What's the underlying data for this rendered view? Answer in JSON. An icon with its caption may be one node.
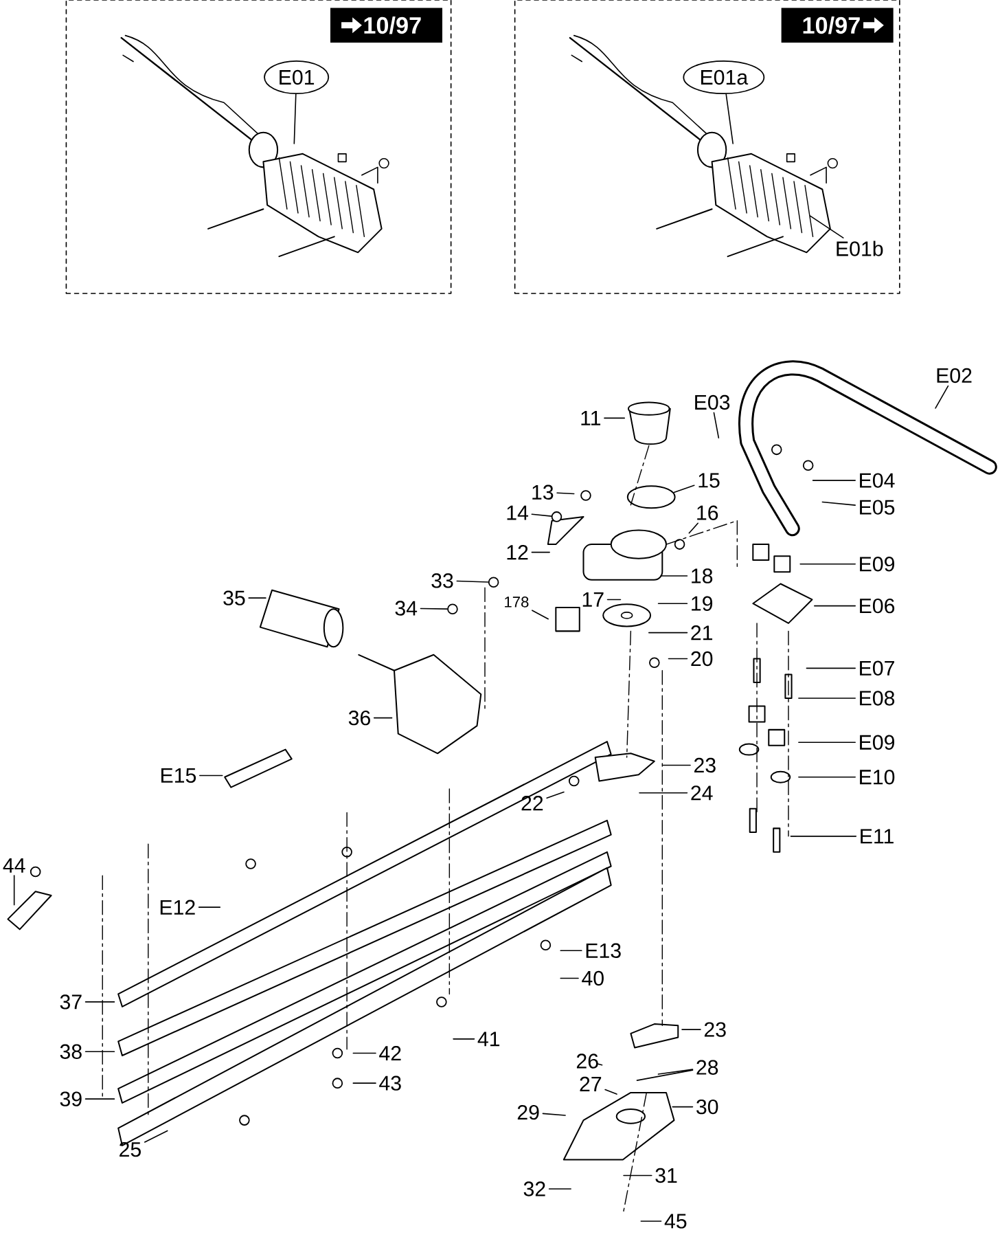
{
  "diagram": {
    "nodes": [
      {
        "text": [],
        "shape": "box"
      },
      {
        "text": [
          "10/97"
        ],
        "in": 0
      },
      {
        "text": [
          "E01"
        ],
        "in": 0
      },
      {
        "text": [],
        "shape": "box"
      },
      {
        "text": [
          "10/97"
        ],
        "in": 3
      },
      {
        "text": [
          "E01a"
        ],
        "in": 3
      },
      {
        "text": [
          "E01b"
        ],
        "in": 3
      },
      {
        "text": [
          "E02"
        ]
      },
      {
        "text": [
          "E03"
        ]
      },
      {
        "text": [
          "11"
        ]
      },
      {
        "text": [
          "E04"
        ]
      },
      {
        "text": [
          "15"
        ]
      },
      {
        "text": [
          "13"
        ]
      },
      {
        "text": [
          "E05"
        ]
      },
      {
        "text": [
          "14"
        ]
      },
      {
        "text": [
          "16"
        ]
      },
      {
        "text": [
          "12"
        ]
      },
      {
        "text": [
          "E09"
        ]
      },
      {
        "text": [
          "18"
        ]
      },
      {
        "text": [
          "33"
        ]
      },
      {
        "text": [
          "35"
        ]
      },
      {
        "text": [
          "17"
        ]
      },
      {
        "text": [
          "178"
        ]
      },
      {
        "text": [
          "19"
        ]
      },
      {
        "text": [
          "E06"
        ]
      },
      {
        "text": [
          "34"
        ]
      },
      {
        "text": [
          "21"
        ]
      },
      {
        "text": [
          "20"
        ]
      },
      {
        "text": [
          "E07"
        ]
      },
      {
        "text": [
          "E08"
        ]
      },
      {
        "text": [
          "36"
        ]
      },
      {
        "text": [
          "E09"
        ]
      },
      {
        "text": [
          "23"
        ]
      },
      {
        "text": [
          "E15"
        ]
      },
      {
        "text": [
          "E10"
        ]
      },
      {
        "text": [
          "24"
        ]
      },
      {
        "text": [
          "22"
        ]
      },
      {
        "text": [
          "E11"
        ]
      },
      {
        "text": [
          "44"
        ]
      },
      {
        "text": [
          "E12"
        ]
      },
      {
        "text": [
          "E13"
        ]
      },
      {
        "text": [
          "40"
        ]
      },
      {
        "text": [
          "37"
        ]
      },
      {
        "text": [
          "23"
        ]
      },
      {
        "text": [
          "41"
        ]
      },
      {
        "text": [
          "38"
        ]
      },
      {
        "text": [
          "42"
        ]
      },
      {
        "text": [
          "26"
        ]
      },
      {
        "text": [
          "28"
        ]
      },
      {
        "text": [
          "27"
        ]
      },
      {
        "text": [
          "43"
        ]
      },
      {
        "text": [
          "39"
        ]
      },
      {
        "text": [
          "29"
        ]
      },
      {
        "text": [
          "30"
        ]
      },
      {
        "text": [
          "25"
        ]
      },
      {
        "text": [
          "31"
        ]
      },
      {
        "text": [
          "32"
        ]
      },
      {
        "text": [
          "45"
        ]
      },
      {
        "text": [],
        "shape": "circle"
      },
      {
        "text": [],
        "shape": "circle"
      },
      {
        "text": [],
        "shape": "circle"
      }
    ],
    "edges": [
      {
        "from": 2,
        "to": null,
        "arrow": "none"
      },
      {
        "from": 5,
        "to": null,
        "arrow": "none"
      },
      {
        "from": 6,
        "to": null,
        "arrow": "none"
      },
      {
        "from": 7,
        "to": null,
        "arrow": "none"
      },
      {
        "from": 8,
        "to": null,
        "arrow": "none"
      },
      {
        "from": 9,
        "to": null,
        "arrow": "none"
      },
      {
        "from": 10,
        "to": null,
        "arrow": "none"
      },
      {
        "from": 11,
        "to": null,
        "arrow": "none"
      },
      {
        "from": 12,
        "to": null,
        "arrow": "none"
      },
      {
        "from": 13,
        "to": null,
        "arrow": "none"
      },
      {
        "from": 14,
        "to": 58,
        "arrow": "none"
      },
      {
        "from": 15,
        "to": null,
        "arrow": "none"
      },
      {
        "from": 16,
        "to": null,
        "arrow": "none"
      },
      {
        "from": 17,
        "to": null,
        "arrow": "none"
      },
      {
        "from": 18,
        "to": null,
        "arrow": "none"
      },
      {
        "from": 19,
        "to": 59,
        "arrow": "none"
      },
      {
        "from": 20,
        "to": null,
        "arrow": "none"
      },
      {
        "from": 21,
        "to": null,
        "arrow": "none"
      },
      {
        "from": 22,
        "to": null,
        "arrow": "none"
      },
      {
        "from": 23,
        "to": null,
        "arrow": "none"
      },
      {
        "from": 24,
        "to": null,
        "arrow": "none"
      },
      {
        "from": 25,
        "to": 60,
        "arrow": "none"
      },
      {
        "from": 26,
        "to": null,
        "arrow": "none"
      },
      {
        "from": 27,
        "to": null,
        "arrow": "none"
      },
      {
        "from": 28,
        "to": null,
        "arrow": "none"
      },
      {
        "from": 29,
        "to": null,
        "arrow": "none"
      },
      {
        "from": 30,
        "to": null,
        "arrow": "none"
      },
      {
        "from": 31,
        "to": null,
        "arrow": "none"
      },
      {
        "from": 32,
        "to": null,
        "arrow": "none"
      },
      {
        "from": 33,
        "to": null,
        "arrow": "none"
      },
      {
        "from": 34,
        "to": null,
        "arrow": "none"
      },
      {
        "from": 35,
        "to": null,
        "arrow": "none"
      },
      {
        "from": 36,
        "to": null,
        "arrow": "none"
      },
      {
        "from": 37,
        "to": null,
        "arrow": "none"
      },
      {
        "from": 38,
        "to": null,
        "arrow": "none"
      },
      {
        "from": 39,
        "to": null,
        "arrow": "none"
      },
      {
        "from": 40,
        "to": null,
        "arrow": "none"
      },
      {
        "from": 41,
        "to": null,
        "arrow": "none"
      },
      {
        "from": 42,
        "to": null,
        "arrow": "none"
      },
      {
        "from": 43,
        "to": null,
        "arrow": "none"
      },
      {
        "from": 44,
        "to": null,
        "arrow": "none"
      },
      {
        "from": 45,
        "to": null,
        "arrow": "none"
      },
      {
        "from": 46,
        "to": null,
        "arrow": "none"
      },
      {
        "from": 47,
        "to": null,
        "arrow": "none"
      },
      {
        "from": 48,
        "to": null,
        "arrow": "none"
      },
      {
        "from": 48,
        "to": null,
        "arrow": "none"
      },
      {
        "from": 49,
        "to": null,
        "arrow": "none"
      },
      {
        "from": 50,
        "to": null,
        "arrow": "none"
      },
      {
        "from": 51,
        "to": null,
        "arrow": "none"
      },
      {
        "from": 52,
        "to": null,
        "arrow": "none"
      },
      {
        "from": 53,
        "to": null,
        "arrow": "none"
      },
      {
        "from": 54,
        "to": null,
        "arrow": "none"
      },
      {
        "from": 55,
        "to": null,
        "arrow": "none"
      },
      {
        "from": 56,
        "to": null,
        "arrow": "none"
      },
      {
        "from": 57,
        "to": null,
        "arrow": "none"
      }
    ]
  }
}
